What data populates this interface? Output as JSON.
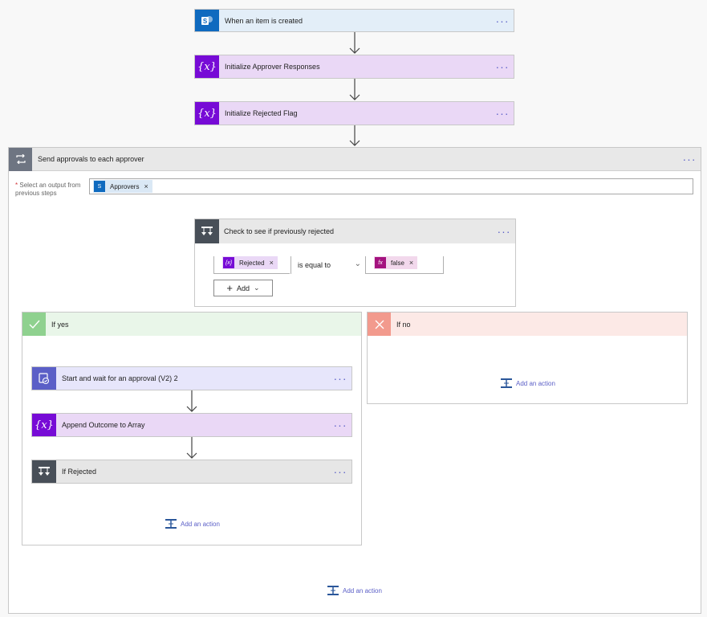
{
  "trigger": {
    "title": "When an item is created"
  },
  "init_responses": {
    "title": "Initialize Approver Responses"
  },
  "init_rejected": {
    "title": "Initialize Rejected Flag"
  },
  "scope": {
    "title": "Send approvals to each approver",
    "output_label": "Select an output from previous steps",
    "required_mark": "*",
    "token": "Approvers"
  },
  "condition": {
    "title": "Check to see if previously rejected",
    "left_token": "Rejected",
    "operator": "is equal to",
    "right_token": "false",
    "add_label": "Add"
  },
  "if_yes": {
    "title": "If yes",
    "actions": [
      {
        "title": "Start and wait for an approval (V2) 2"
      },
      {
        "title": "Append Outcome to Array"
      },
      {
        "title": "If Rejected"
      }
    ],
    "add_action": "Add an action"
  },
  "if_no": {
    "title": "If no",
    "add_action": "Add an action"
  },
  "bottom_add_action": "Add an action",
  "menu_dots": "···",
  "token_remove": "×",
  "colors": {
    "sharepoint": "#0f6abf",
    "variable": "#770bd6",
    "control": "#484f58",
    "approval": "#5b5fc7",
    "link": "#5b5fc7"
  }
}
